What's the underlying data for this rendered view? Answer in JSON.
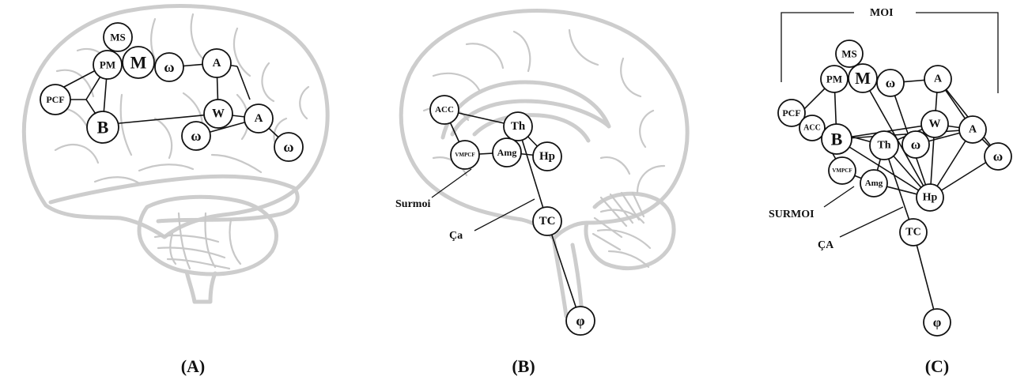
{
  "panels": {
    "a": {
      "caption": "(A)",
      "nodes": [
        {
          "id": "MS",
          "label": "MS"
        },
        {
          "id": "PM",
          "label": "PM"
        },
        {
          "id": "M",
          "label": "M"
        },
        {
          "id": "w1",
          "label": "ω"
        },
        {
          "id": "A1",
          "label": "A"
        },
        {
          "id": "PCF",
          "label": "PCF"
        },
        {
          "id": "W",
          "label": "W"
        },
        {
          "id": "A2",
          "label": "A"
        },
        {
          "id": "B",
          "label": "B"
        },
        {
          "id": "w2",
          "label": "ω"
        },
        {
          "id": "w3",
          "label": "ω"
        }
      ]
    },
    "b": {
      "caption": "(B)",
      "nodes": [
        {
          "id": "ACC",
          "label": "ACC"
        },
        {
          "id": "Th",
          "label": "Th"
        },
        {
          "id": "VMPCF",
          "label": "VMPCF"
        },
        {
          "id": "Amg",
          "label": "Amg"
        },
        {
          "id": "Hp",
          "label": "Hp"
        },
        {
          "id": "TC",
          "label": "TC"
        },
        {
          "id": "phi",
          "label": "φ"
        }
      ],
      "labels": {
        "surmoi": "Surmoi",
        "ca": "Ça"
      }
    },
    "c": {
      "caption": "(C)",
      "nodes": [
        {
          "id": "MS",
          "label": "MS"
        },
        {
          "id": "PM",
          "label": "PM"
        },
        {
          "id": "M",
          "label": "M"
        },
        {
          "id": "w1",
          "label": "ω"
        },
        {
          "id": "A1",
          "label": "A"
        },
        {
          "id": "PCF",
          "label": "PCF"
        },
        {
          "id": "ACC",
          "label": "ACC"
        },
        {
          "id": "B",
          "label": "B"
        },
        {
          "id": "Th",
          "label": "Th"
        },
        {
          "id": "w2",
          "label": "ω"
        },
        {
          "id": "W",
          "label": "W"
        },
        {
          "id": "A2",
          "label": "A"
        },
        {
          "id": "w3",
          "label": "ω"
        },
        {
          "id": "VMPCF",
          "label": "VMPCF"
        },
        {
          "id": "Amg",
          "label": "Amg"
        },
        {
          "id": "Hp",
          "label": "Hp"
        },
        {
          "id": "TC",
          "label": "TC"
        },
        {
          "id": "phi",
          "label": "φ"
        }
      ],
      "labels": {
        "moi": "MOI",
        "surmoi": "SURMOI",
        "ca": "ÇA"
      }
    }
  }
}
